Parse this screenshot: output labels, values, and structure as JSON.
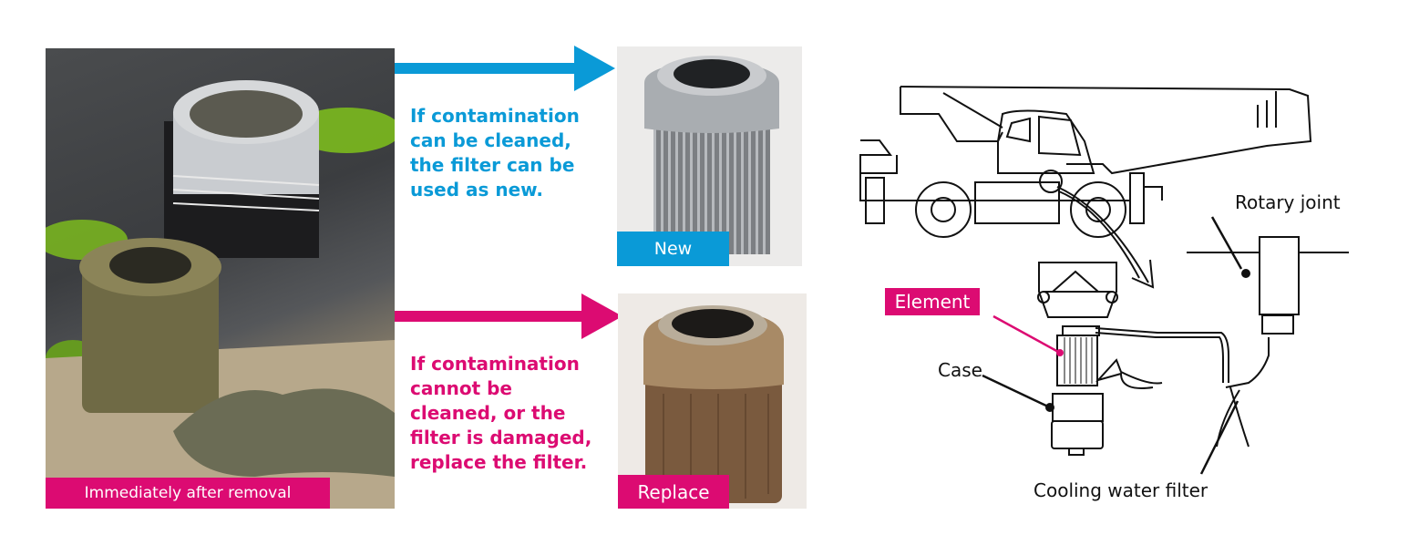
{
  "colors": {
    "blue": "#0a9ad7",
    "magenta": "#dc0b72"
  },
  "left_photo": {
    "caption": "Immediately after removal"
  },
  "clean_path": {
    "text": "If contamination\ncan be cleaned,\nthe filter can be\nused as new.",
    "photo_label": "New"
  },
  "replace_path": {
    "text": "If contamination\ncannot be\ncleaned, or the\nfilter is damaged,\nreplace the filter.",
    "photo_label": "Replace"
  },
  "diagram": {
    "rotary_joint": "Rotary joint",
    "element": "Element",
    "case": "Case",
    "cooling_water_filter": "Cooling water filter"
  }
}
